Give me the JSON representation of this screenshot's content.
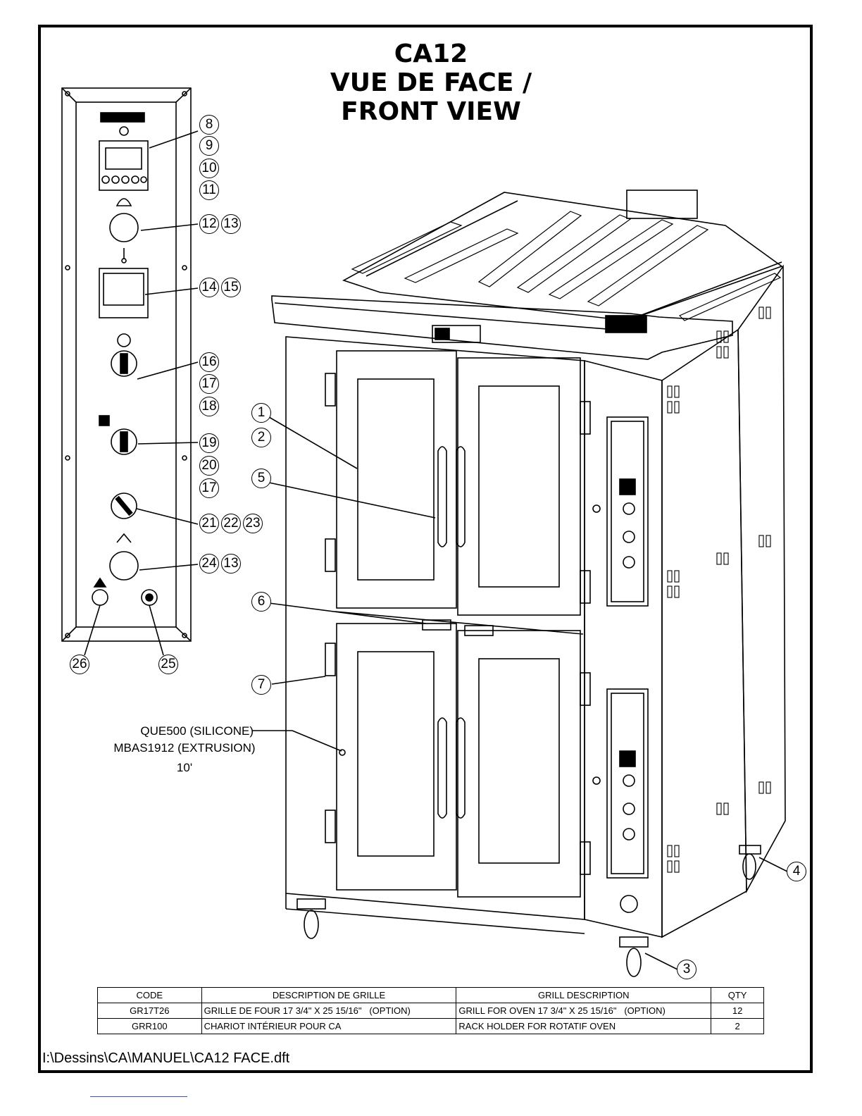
{
  "title_lines": [
    "CA12",
    "VUE DE FACE /",
    "FRONT VIEW"
  ],
  "callouts": {
    "c1": "1",
    "c2": "2",
    "c3": "3",
    "c4": "4",
    "c5": "5",
    "c6": "6",
    "c7": "7",
    "c8": "8",
    "c9": "9",
    "c10": "10",
    "c11": "11",
    "c12": "12",
    "c13a": "13",
    "c14": "14",
    "c15": "15",
    "c16": "16",
    "c17a": "17",
    "c18": "18",
    "c19": "19",
    "c20": "20",
    "c17b": "17",
    "c21": "21",
    "c22": "22",
    "c23": "23",
    "c24": "24",
    "c13b": "13",
    "c25": "25",
    "c26": "26"
  },
  "seal_note": [
    "QUE500 (SILICONE)",
    "MBAS1912 (EXTRUSION)",
    "10'"
  ],
  "table": {
    "headers": [
      "CODE",
      "DESCRIPTION DE GRILLE",
      "GRILL DESCRIPTION",
      "QTY"
    ],
    "rows": [
      [
        "GR17T26",
        "GRILLE DE FOUR 17 3/4\" X 25 15/16\"   (OPTION)",
        "GRILL FOR OVEN 17 3/4\" X 25 15/16\"   (OPTION)",
        "12"
      ],
      [
        "GRR100",
        "CHARIOT INTÉRIEUR POUR CA",
        "RACK HOLDER FOR ROTATIF OVEN",
        "2"
      ]
    ]
  },
  "file_path": "I:\\Dessins\\CA\\MANUEL\\CA12 FACE.dft"
}
